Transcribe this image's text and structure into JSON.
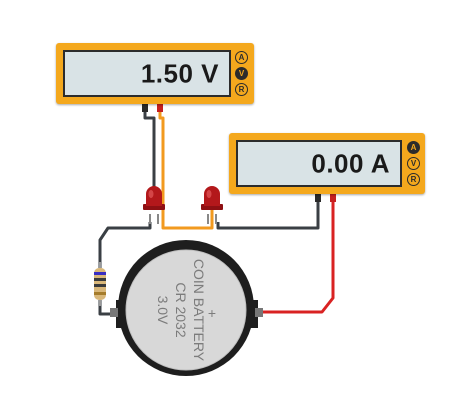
{
  "voltmeter": {
    "reading": "1.50 V",
    "modes": [
      "A",
      "V",
      "R"
    ],
    "active_mode": "V"
  },
  "ammeter": {
    "reading": "0.00 A",
    "modes": [
      "A",
      "V",
      "R"
    ],
    "active_mode": "A"
  },
  "battery": {
    "line1": "COIN BATTERY",
    "line2": "CR 2032",
    "line3": "3.0V",
    "plus": "+"
  },
  "colors": {
    "meter_body": "#f4a81d",
    "meter_display": "#d9e3e6",
    "wire_dark": "#3a3f44",
    "wire_orange": "#f29a1f",
    "wire_red": "#d92222",
    "led": "#b3181b",
    "battery_body": "#d8d8d8",
    "battery_holder": "#1e1e1e"
  }
}
